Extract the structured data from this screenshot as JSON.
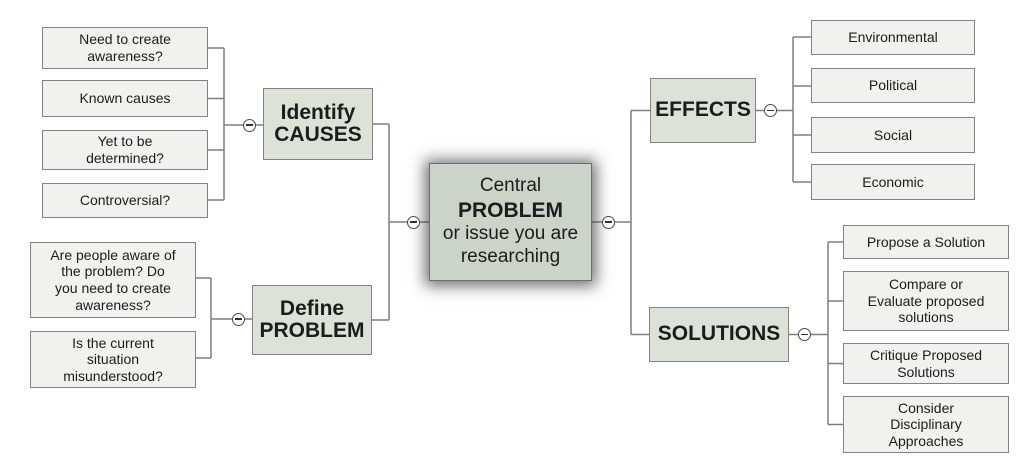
{
  "colors": {
    "background": "#ffffff",
    "leaf_fill": "#f1f1ef",
    "branch_fill": "#dce2d8",
    "center_fill": "#ccd4ca",
    "box_border": "#828282",
    "connector_line": "#7f7f7f",
    "text": "#1c1c1c",
    "toggle_border": "#4a4a4a"
  },
  "icons": {
    "collapse_toggle": "minus-circle"
  },
  "center_node": {
    "line1": "Central",
    "line2": "PROBLEM",
    "line3": "or issue you are",
    "line4": "researching"
  },
  "branches": {
    "identify_causes": {
      "label": "Identify\nCAUSES",
      "children": [
        "Need to create\nawareness?",
        "Known causes",
        "Yet to be\ndetermined?",
        "Controversial?"
      ]
    },
    "define_problem": {
      "label": "Define\nPROBLEM",
      "children": [
        "Are people aware of\nthe problem?  Do\nyou need to create\nawareness?",
        "Is the current\nsituation\nmisunderstood?"
      ]
    },
    "effects": {
      "label": "EFFECTS",
      "children": [
        "Environmental",
        "Political",
        "Social",
        "Economic"
      ]
    },
    "solutions": {
      "label": "SOLUTIONS",
      "children": [
        "Propose a Solution",
        "Compare or\nEvaluate proposed\nsolutions",
        "Critique Proposed\nSolutions",
        "Consider\nDisciplinary\nApproaches"
      ]
    }
  }
}
